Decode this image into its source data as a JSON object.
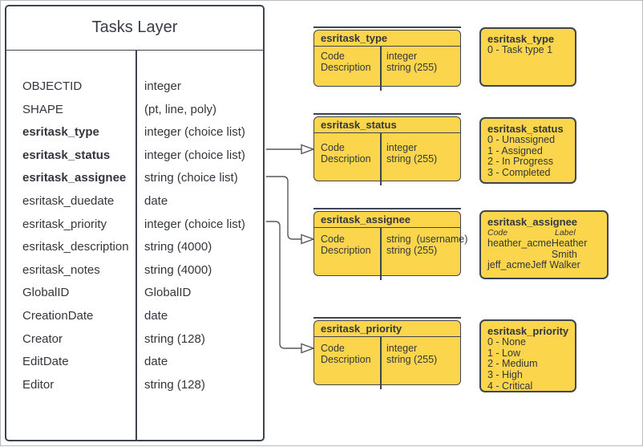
{
  "colors": {
    "yellow": "#FBD64C",
    "stroke": "#3E4450",
    "text": "#33363D",
    "connector": "#54585E"
  },
  "main_table": {
    "title": "Tasks Layer",
    "fields": [
      {
        "name": "OBJECTID",
        "type": "integer",
        "bold": false
      },
      {
        "name": "SHAPE",
        "type": "(pt, line, poly)",
        "bold": false
      },
      {
        "name": "esritask_type",
        "type": "integer (choice list)",
        "bold": true
      },
      {
        "name": "esritask_status",
        "type": "integer (choice list)",
        "bold": true
      },
      {
        "name": "esritask_assignee",
        "type": "string (choice list)",
        "bold": true
      },
      {
        "name": "esritask_duedate",
        "type": "date",
        "bold": false
      },
      {
        "name": "esritask_priority",
        "type": "integer (choice list)",
        "bold": false
      },
      {
        "name": "esritask_description",
        "type": "string (4000)",
        "bold": false
      },
      {
        "name": "esritask_notes",
        "type": "string (4000)",
        "bold": false
      },
      {
        "name": "GlobalID",
        "type": "GlobalID",
        "bold": false
      },
      {
        "name": "CreationDate",
        "type": "date",
        "bold": false
      },
      {
        "name": "Creator",
        "type": "string (128)",
        "bold": false
      },
      {
        "name": "EditDate",
        "type": "date",
        "bold": false
      },
      {
        "name": "Editor",
        "type": "string (128)",
        "bold": false
      }
    ]
  },
  "domain_tables": [
    {
      "title": "esritask_type",
      "rows": [
        {
          "field": "Code",
          "type": "integer"
        },
        {
          "field": "Description",
          "type": "string (255)"
        }
      ]
    },
    {
      "title": "esritask_status",
      "rows": [
        {
          "field": "Code",
          "type": "integer"
        },
        {
          "field": "Description",
          "type": "string (255)"
        }
      ]
    },
    {
      "title": "esritask_assignee",
      "rows": [
        {
          "field": "Code",
          "type": "string  (username)"
        },
        {
          "field": "Description",
          "type": "string (255)"
        }
      ]
    },
    {
      "title": "esritask_priority",
      "rows": [
        {
          "field": "Code",
          "type": "integer"
        },
        {
          "field": "Description",
          "type": "string (255)"
        }
      ]
    }
  ],
  "code_lists": [
    {
      "title": "esritask_type",
      "items": [
        "0 - Task type 1"
      ]
    },
    {
      "title": "esritask_status",
      "items": [
        "0 - Unassigned",
        "1 - Assigned",
        "2 - In Progress",
        "3 - Completed"
      ]
    },
    {
      "title": "esritask_assignee",
      "columns": [
        "Code",
        "Label"
      ],
      "rows": [
        [
          "heather_acme",
          "Heather Smith"
        ],
        [
          "jeff_acme",
          "Jeff Walker"
        ]
      ],
      "more": "...."
    },
    {
      "title": "esritask_priority",
      "items": [
        "0 - None",
        "1 - Low",
        "2 - Medium",
        "3 - High",
        "4 - Critical"
      ]
    }
  ]
}
